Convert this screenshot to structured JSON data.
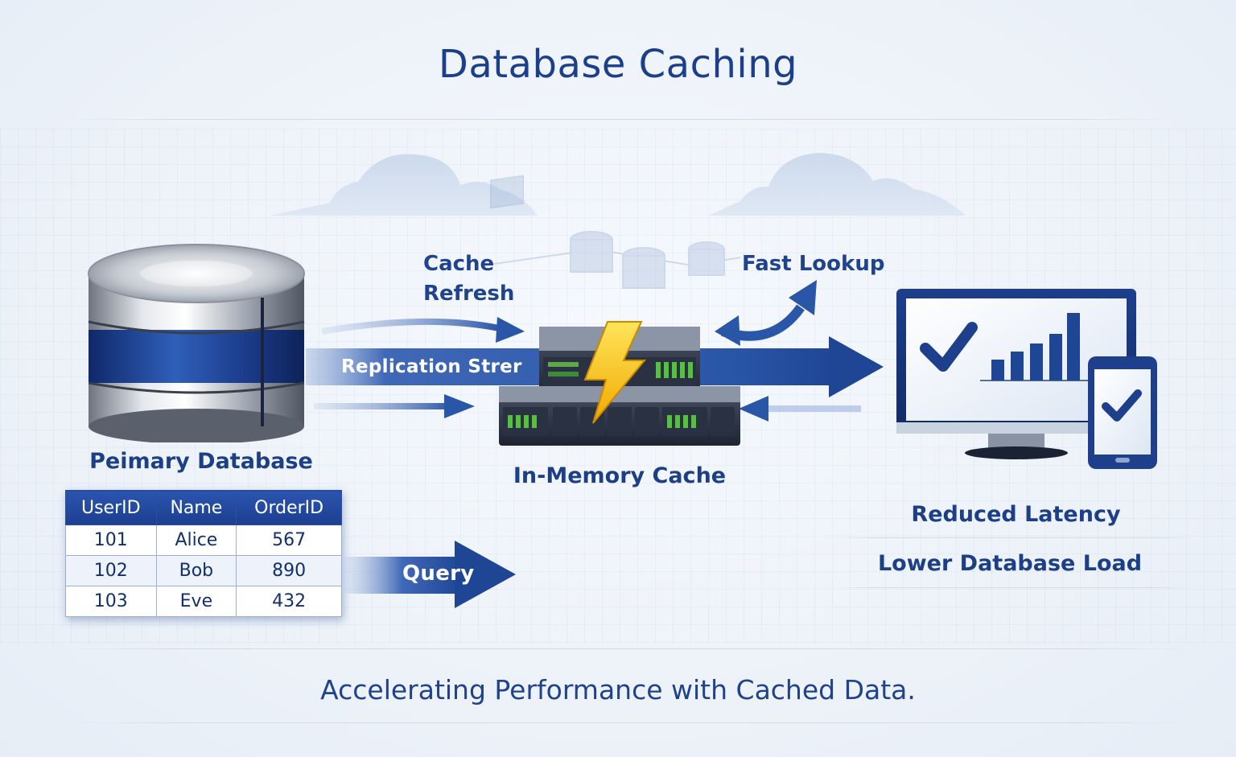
{
  "title": "Database Caching",
  "primary_db": {
    "label": "Peimary Database"
  },
  "table": {
    "headers": [
      "UserID",
      "Name",
      "OrderID"
    ],
    "rows": [
      [
        "101",
        "Alice",
        "567"
      ],
      [
        "102",
        "Bob",
        "890"
      ],
      [
        "103",
        "Eve",
        "432"
      ]
    ]
  },
  "flows": {
    "cache_refresh": [
      "Cache",
      "Refresh"
    ],
    "replication": "Replication Strer",
    "fast_lookup": "Fast Lookup",
    "query": "Query"
  },
  "cache": {
    "label": "In-Memory Cache",
    "icon": "lightning-bolt-icon"
  },
  "client": {
    "icons": [
      "monitor-icon",
      "bar-chart-icon",
      "checkmark-icon",
      "tablet-icon"
    ]
  },
  "benefits": [
    "Reduced Latency",
    "Lower Database Load"
  ],
  "footer": "Accelerating Performance with Cached Data.",
  "colors": {
    "primary": "#1c3f8c",
    "accent": "#f5b800",
    "arrow": "#2a56a8"
  }
}
